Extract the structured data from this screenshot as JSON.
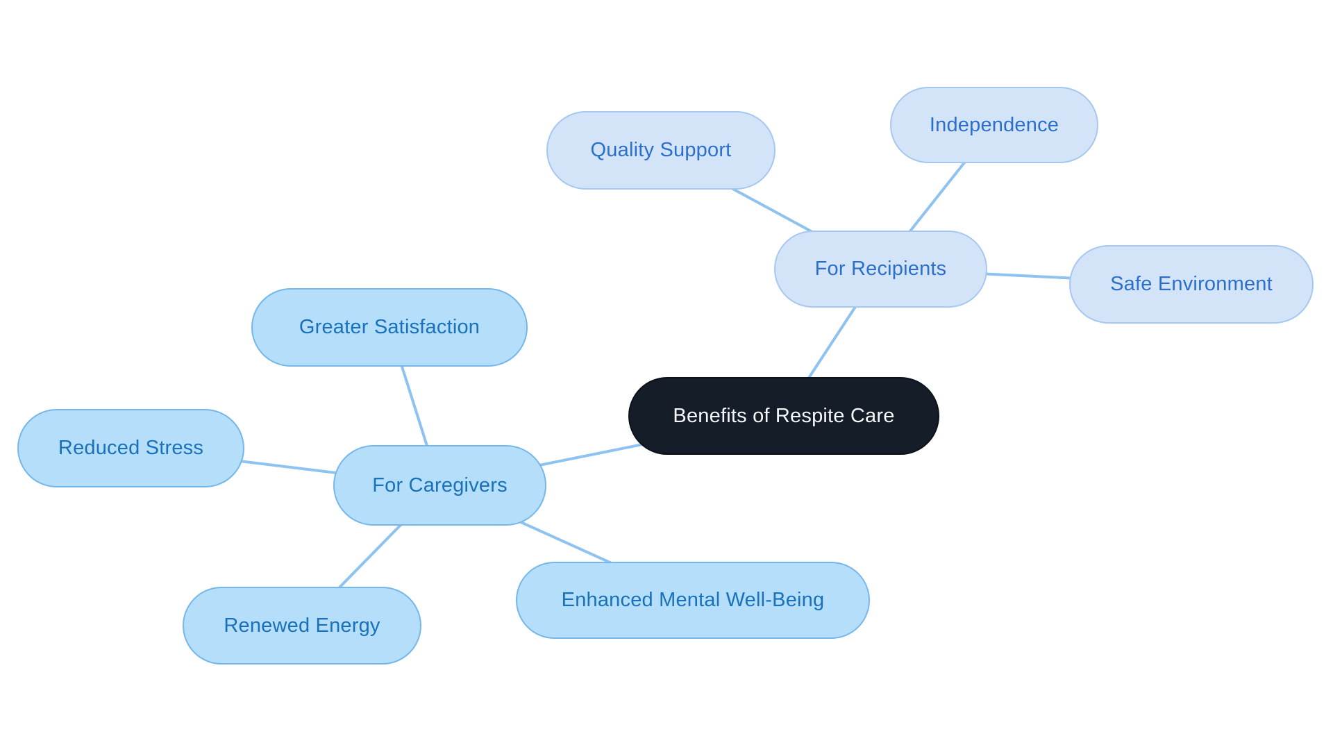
{
  "diagram": {
    "type": "mindmap",
    "title": "Benefits of Respite Care",
    "root": {
      "label": "Benefits of Respite Care"
    },
    "branches": [
      {
        "label": "For Recipients",
        "children": [
          {
            "label": "Quality Support"
          },
          {
            "label": "Independence"
          },
          {
            "label": "Safe Environment"
          }
        ]
      },
      {
        "label": "For Caregivers",
        "children": [
          {
            "label": "Greater Satisfaction"
          },
          {
            "label": "Reduced Stress"
          },
          {
            "label": "Renewed Energy"
          },
          {
            "label": "Enhanced Mental Well-Being"
          }
        ]
      }
    ],
    "colors": {
      "background": "#ffffff",
      "edge": "#8ec2f0",
      "root_fill": "#141d28",
      "root_text": "#f5f7fa",
      "recipients_fill": "#d3e4f9",
      "recipients_border": "#a6c7f0",
      "recipients_text": "#2b6fcb",
      "caregivers_fill": "#b5defa",
      "caregivers_border": "#75b7e9",
      "caregivers_text": "#1871ba"
    }
  }
}
